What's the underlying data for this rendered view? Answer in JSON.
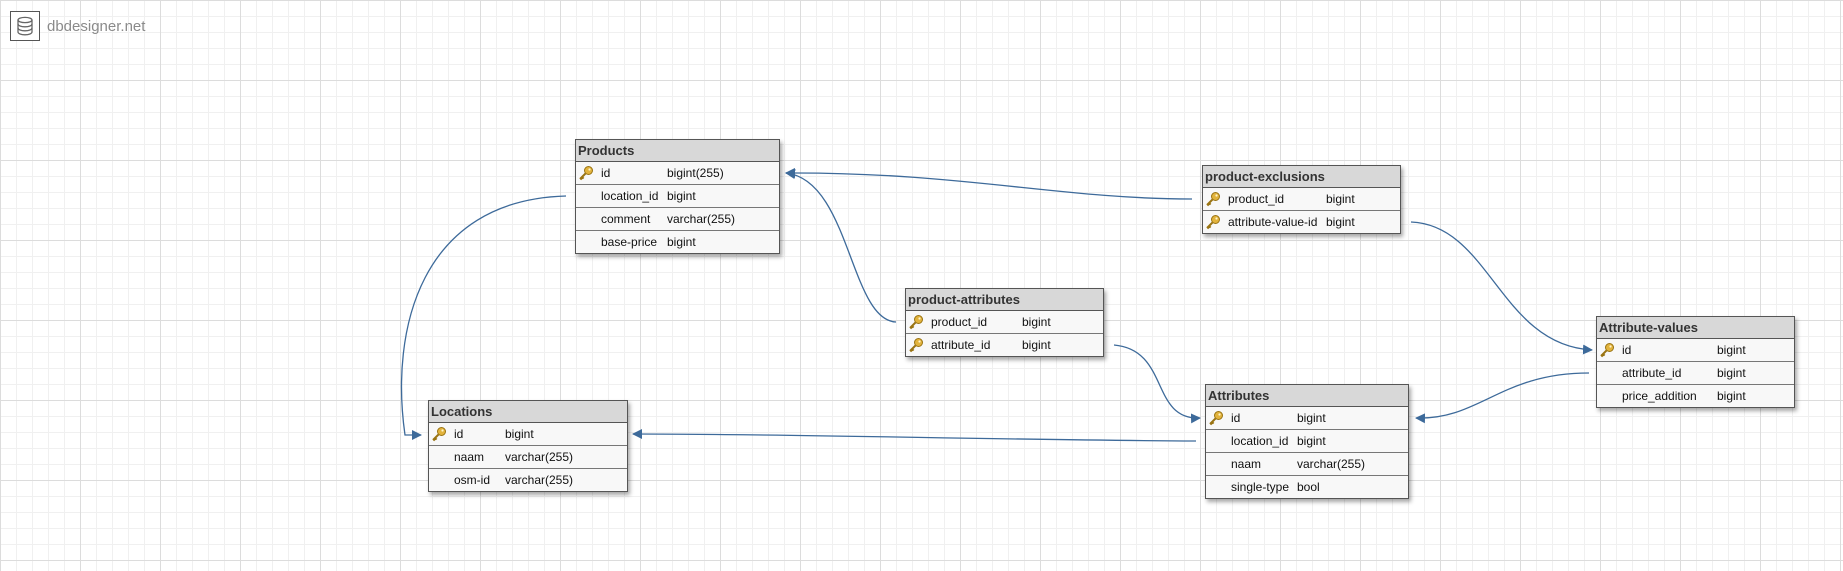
{
  "app": {
    "logo_text": "dbdesigner.net",
    "logo_icon": "database-icon"
  },
  "colors": {
    "relation_line": "#3d6a9a",
    "key_icon": "#e2b33c",
    "table_header": "#d8d8d8"
  },
  "tables": {
    "products": {
      "name": "Products",
      "fields": [
        {
          "name": "id",
          "type": "bigint(255)",
          "primary_key": true
        },
        {
          "name": "location_id",
          "type": "bigint",
          "primary_key": false
        },
        {
          "name": "comment",
          "type": "varchar(255)",
          "primary_key": false
        },
        {
          "name": "base-price",
          "type": "bigint",
          "primary_key": false
        }
      ]
    },
    "product_exclusions": {
      "name": "product-exclusions",
      "fields": [
        {
          "name": "product_id",
          "type": "bigint",
          "primary_key": true
        },
        {
          "name": "attribute-value-id",
          "type": "bigint",
          "primary_key": true
        }
      ]
    },
    "product_attributes": {
      "name": "product-attributes",
      "fields": [
        {
          "name": "product_id",
          "type": "bigint",
          "primary_key": true
        },
        {
          "name": "attribute_id",
          "type": "bigint",
          "primary_key": true
        }
      ]
    },
    "attribute_values": {
      "name": "Attribute-values",
      "fields": [
        {
          "name": "id",
          "type": "bigint",
          "primary_key": true
        },
        {
          "name": "attribute_id",
          "type": "bigint",
          "primary_key": false
        },
        {
          "name": "price_addition",
          "type": "bigint",
          "primary_key": false
        }
      ]
    },
    "locations": {
      "name": "Locations",
      "fields": [
        {
          "name": "id",
          "type": "bigint",
          "primary_key": true
        },
        {
          "name": "naam",
          "type": "varchar(255)",
          "primary_key": false
        },
        {
          "name": "osm-id",
          "type": "varchar(255)",
          "primary_key": false
        }
      ]
    },
    "attributes": {
      "name": "Attributes",
      "fields": [
        {
          "name": "id",
          "type": "bigint",
          "primary_key": true
        },
        {
          "name": "location_id",
          "type": "bigint",
          "primary_key": false
        },
        {
          "name": "naam",
          "type": "varchar(255)",
          "primary_key": false
        },
        {
          "name": "single-type",
          "type": "bool",
          "primary_key": false
        }
      ]
    }
  },
  "relations": [
    {
      "from": "Products.location_id",
      "to": "Locations.id"
    },
    {
      "from": "product-exclusions.product_id",
      "to": "Products.id"
    },
    {
      "from": "product-exclusions.attribute-value-id",
      "to": "Attribute-values.id"
    },
    {
      "from": "product-attributes.product_id",
      "to": "Products.id"
    },
    {
      "from": "product-attributes.attribute_id",
      "to": "Attributes.id"
    },
    {
      "from": "Attribute-values.attribute_id",
      "to": "Attributes.id"
    },
    {
      "from": "Attributes.location_id",
      "to": "Locations.id"
    }
  ]
}
